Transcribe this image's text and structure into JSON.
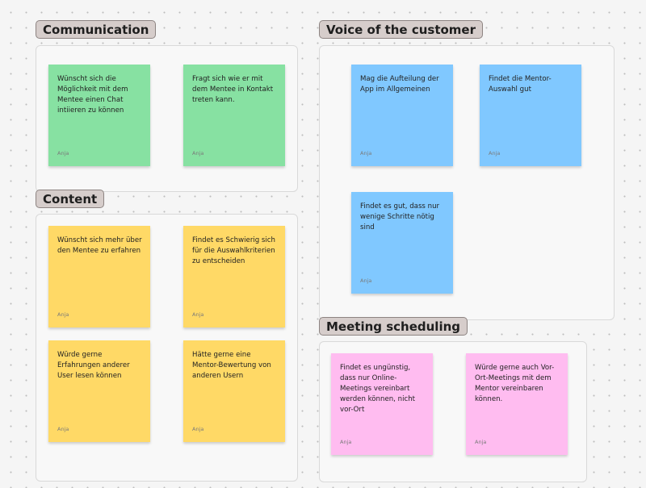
{
  "colors": {
    "green": "#87e1a2",
    "yellow": "#ffd966",
    "blue": "#80c8ff",
    "pink": "#ffbcf0",
    "title_tag": "#d6cdcb"
  },
  "sections": {
    "communication": {
      "title": "Communication",
      "notes": [
        {
          "text": "Wünscht sich die Möglichkeit mit dem Mentee einen Chat intiieren zu können",
          "author": "Anja"
        },
        {
          "text": "Fragt sich wie er mit dem Mentee in Kontakt treten kann.",
          "author": "Anja"
        }
      ]
    },
    "content": {
      "title": "Content",
      "notes": [
        {
          "text": "Wünscht sich mehr über den Mentee zu erfahren",
          "author": "Anja"
        },
        {
          "text": "Findet es Schwierig sich für die Auswahlkriterien zu entscheiden",
          "author": "Anja"
        },
        {
          "text": "Würde gerne Erfahrungen anderer User lesen können",
          "author": "Anja"
        },
        {
          "text": "Hätte gerne eine Mentor-Bewertung von anderen Usern",
          "author": "Anja"
        }
      ]
    },
    "voice": {
      "title": "Voice of the customer",
      "notes": [
        {
          "text": "Mag die Aufteilung der App im Allgemeinen",
          "author": "Anja"
        },
        {
          "text": "Findet die Mentor-Auswahl gut",
          "author": "Anja"
        },
        {
          "text": "Findet es gut, dass nur wenige Schritte nötig sind",
          "author": "Anja"
        }
      ]
    },
    "meeting": {
      "title": "Meeting scheduling",
      "notes": [
        {
          "text": "Findet es ungünstig, dass nur Online-Meetings vereinbart werden können, nicht vor-Ort",
          "author": "Anja"
        },
        {
          "text": "Würde gerne auch Vor-Ort-Meetings mit dem Mentor vereinbaren können.",
          "author": "Anja"
        }
      ]
    }
  }
}
